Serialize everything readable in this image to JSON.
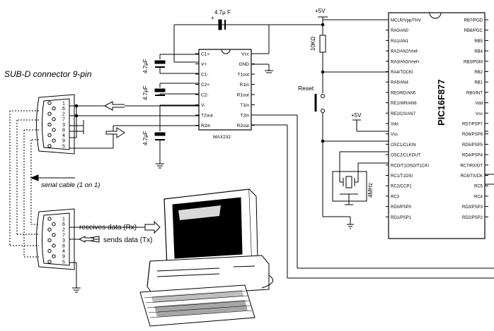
{
  "labels": {
    "subd_connector": "SUB-D connector 9-pin",
    "serial_cable": "serial cable (1 on 1)",
    "receives": "receives data (Rx)",
    "sends": "sends data (Tx)",
    "vplus_top": "+5V",
    "vplus_mid": "+5V",
    "reset": "Reset",
    "resistor": "10KΩ",
    "crystal": "4MHz"
  },
  "caps": {
    "top": "4.7μ F",
    "c1": "4.7μF",
    "c2": "4.7μF",
    "c3": "4.7μF"
  },
  "max232": {
    "name": "MAX232",
    "left_pins": [
      "C1+",
      "V+",
      "C1-",
      "C2+",
      "C2-",
      "V-",
      "T2out",
      "R2in"
    ],
    "right_pins": [
      "Vcc",
      "GND",
      "T1out",
      "R1in",
      "R1out",
      "T1in",
      "T2in",
      "R2out"
    ]
  },
  "pic": {
    "name": "PIC16F877",
    "left_pins": [
      "MCLR/Vpp/THV",
      "RA0/AN0",
      "RA1/AN1",
      "RA2/AN2/Vref-",
      "RA3/AN3/Vref+",
      "RA4/TOCKI",
      "RA5/AN4",
      "RE0/RD/AN5",
      "RE1/WR/AN6",
      "RE2/CS/AN7",
      "Vdd",
      "Vss",
      "OSC1/CLKIN",
      "OSC2/CLKOUT",
      "RCO/T1OSO/T1CKI",
      "RC1/T1OSI",
      "RC2/CCP1",
      "RC3",
      "RD0/PSP0",
      "RD1/PSP1"
    ],
    "right_pins": [
      "RB7/PGD",
      "RB6/PGC",
      "RB5",
      "RB4",
      "RB3/PGM",
      "RB2",
      "RB1",
      "RB0/INT",
      "Vdd",
      "Vss",
      "RD7/PSP7",
      "RD6/PSP6",
      "RD5/PSP5",
      "RD4/PSP4",
      "RC7/RX/DT",
      "RC6/TX/CK",
      "RC5",
      "RC4",
      "RD3/PSP3",
      "RD2/PSP2"
    ]
  },
  "db9_top": {
    "pins": [
      "1",
      "6",
      "2",
      "7",
      "3",
      "8",
      "4",
      "9",
      "5"
    ]
  },
  "db9_bottom": {
    "pins": [
      "1",
      "6",
      "2",
      "7",
      "3",
      "8",
      "4",
      "9",
      "5"
    ]
  }
}
